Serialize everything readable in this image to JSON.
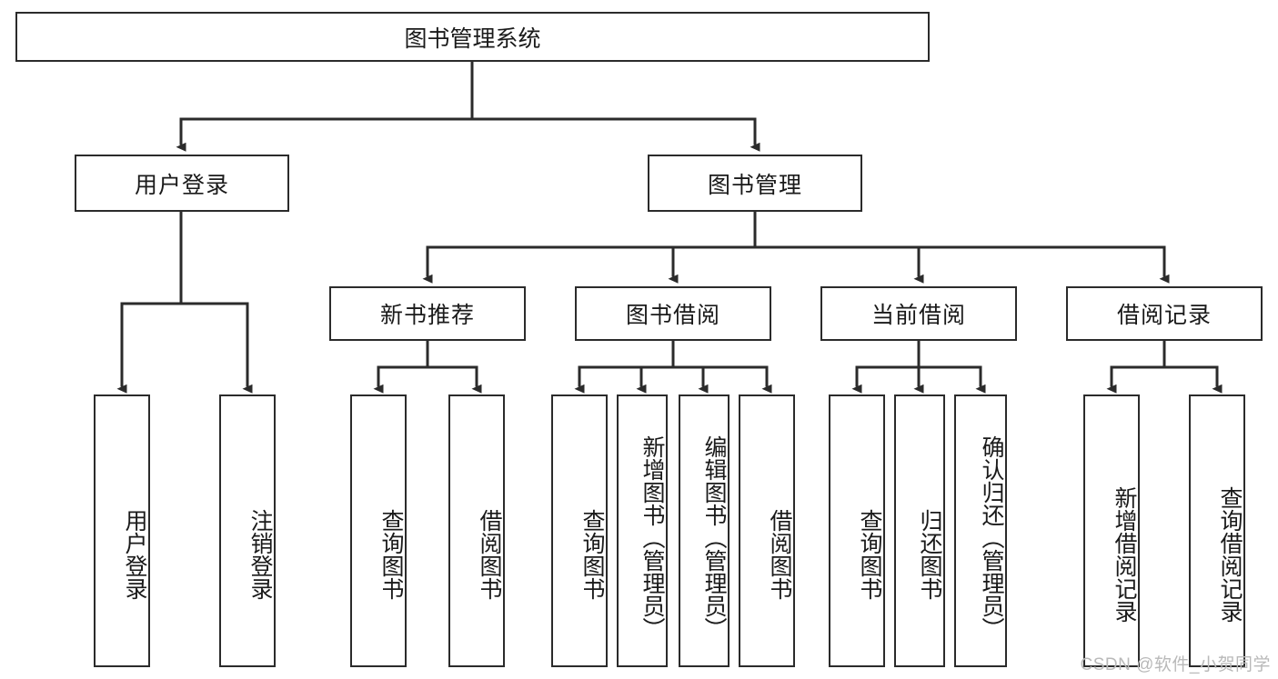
{
  "diagram": {
    "title": "图书管理系统",
    "type": "tree-hierarchy-diagram",
    "theme": {
      "background": "#ffffff",
      "stroke": "#2b2b2b",
      "text": "#1a1a1a",
      "watermark_color": "#b9b9b9"
    },
    "nodes": {
      "root": {
        "label": "图书管理系统"
      },
      "level2": [
        {
          "label": "用户登录"
        },
        {
          "label": "图书管理"
        }
      ],
      "level3": [
        {
          "label": "新书推荐"
        },
        {
          "label": "图书借阅"
        },
        {
          "label": "当前借阅"
        },
        {
          "label": "借阅记录"
        }
      ],
      "leaves_user_login": [
        {
          "label": "用户登录"
        },
        {
          "label": "注销登录"
        }
      ],
      "leaves_new_book": [
        {
          "label": "查询图书"
        },
        {
          "label": "借阅图书"
        }
      ],
      "leaves_borrow": [
        {
          "label": "查询图书"
        },
        {
          "label": "新增图书（管理员）"
        },
        {
          "label": "编辑图书（管理员）"
        },
        {
          "label": "借阅图书"
        }
      ],
      "leaves_current": [
        {
          "label": "查询图书"
        },
        {
          "label": "归还图书"
        },
        {
          "label": "确认归还（管理员）"
        }
      ],
      "leaves_records": [
        {
          "label": "新增借阅记录"
        },
        {
          "label": "查询借阅记录"
        }
      ]
    },
    "watermark": "CSDN @软件_小贺同学"
  }
}
